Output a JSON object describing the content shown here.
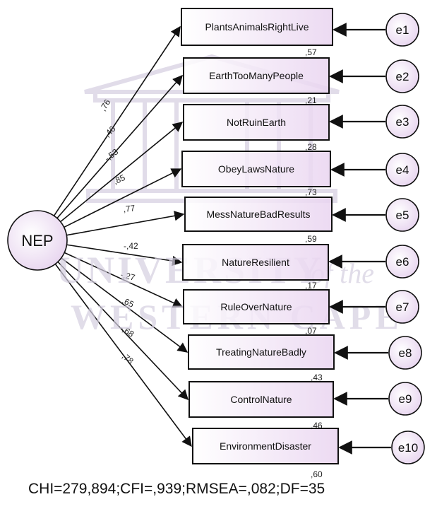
{
  "latent": {
    "label": "NEP"
  },
  "indicators": [
    {
      "label": "PlantsAnimalsRightLive",
      "loading": ",76",
      "r2": ",57",
      "error": "e1"
    },
    {
      "label": "EarthTooManyPeople",
      "loading": ",46",
      "r2": ",21",
      "error": "e2"
    },
    {
      "label": "NotRuinEarth",
      "loading": "-,53",
      "r2": ",28",
      "error": "e3"
    },
    {
      "label": "ObeyLawsNature",
      "loading": ",85",
      "r2": ",73",
      "error": "e4"
    },
    {
      "label": "MessNatureBadResults",
      "loading": ",77",
      "r2": ",59",
      "error": "e5"
    },
    {
      "label": "NatureResilient",
      "loading": "-,42",
      "r2": ",17",
      "error": "e6"
    },
    {
      "label": "RuleOverNature",
      "loading": "-,27",
      "r2": ",07",
      "error": "e7"
    },
    {
      "label": "TreatingNatureBadly",
      "loading": ",65",
      "r2": ",43",
      "error": "e8"
    },
    {
      "label": "ControlNature",
      "loading": "-,68",
      "r2": ",46",
      "error": "e9"
    },
    {
      "label": "EnvironmentDisaster",
      "loading": ",78",
      "r2": ",60",
      "error": "e10"
    }
  ],
  "fit_indices": "CHI=279,894;CFI=,939;RMSEA=,082;DF=35",
  "watermark": {
    "line1": "UNIVERSITY",
    "line1_suffix": "of the",
    "line2": "WESTERN CAPE"
  },
  "colors": {
    "box_fill_start": "#ffffff",
    "box_fill_end": "#e9d4f0",
    "stroke": "#111111",
    "watermark": "#d9d3e3"
  }
}
